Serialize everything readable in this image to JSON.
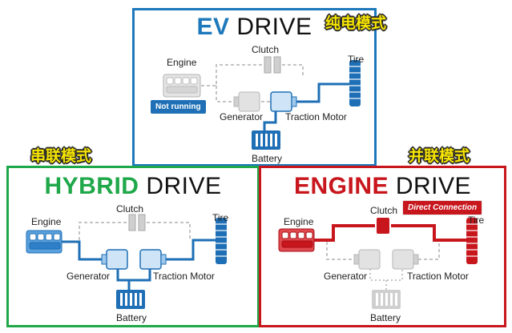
{
  "colors": {
    "ev": "#1e78bc",
    "hybrid": "#1fa84a",
    "engine": "#c8161d",
    "tag_yellow": "#f6e400",
    "inactive_gray": "#c4c4c4",
    "flow_blue": "#1e6fb5"
  },
  "ev": {
    "title_keyword": "EV",
    "title_rest": " DRIVE",
    "tag": "纯电模式",
    "labels": {
      "engine": "Engine",
      "clutch": "Clutch",
      "tire": "Tire",
      "generator": "Generator",
      "traction_motor": "Traction Motor",
      "battery": "Battery"
    },
    "status_badge": "Not running"
  },
  "hybrid": {
    "title_keyword": "HYBRID",
    "title_rest": " DRIVE",
    "tag": "串联模式",
    "labels": {
      "engine": "Engine",
      "clutch": "Clutch",
      "tire": "Tire",
      "generator": "Generator",
      "traction_motor": "Traction Motor",
      "battery": "Battery"
    }
  },
  "engine": {
    "title_keyword": "ENGINE",
    "title_rest": " DRIVE",
    "tag": "并联模式",
    "labels": {
      "engine": "Engine",
      "clutch": "Clutch",
      "tire": "Tire",
      "generator": "Generator",
      "traction_motor": "Traction Motor",
      "battery": "Battery"
    },
    "status_badge": "Direct Connection"
  }
}
